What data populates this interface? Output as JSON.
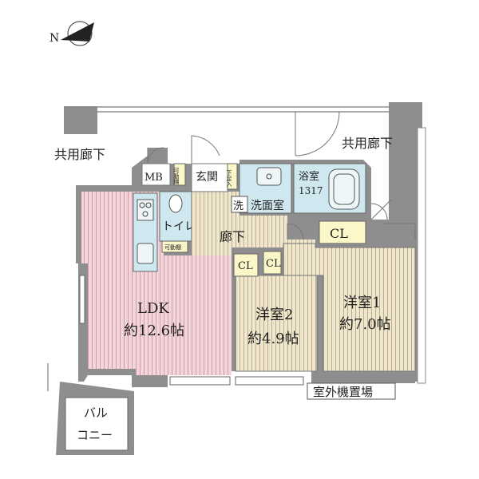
{
  "compass": {
    "north_label": "N"
  },
  "corridor_left": "共用廊下",
  "corridor_right": "共用廊下",
  "rooms": {
    "mb": "MB",
    "kado_dana_top": "可動棚",
    "genkan": "玄関",
    "geta": "下足入",
    "bath_name": "浴室",
    "bath_size": "1317",
    "sen": "洗",
    "senmen": "洗面室",
    "toilet": "トイレ",
    "kado_dana_bottom": "可動棚",
    "hallway": "廊下",
    "cl_bedroom1": "CL",
    "cl_bedroom2_a": "CL",
    "cl_bedroom2_b": "CL",
    "ldk_name": "LDK",
    "ldk_size": "約12.6帖",
    "bed2_name": "洋室2",
    "bed2_size": "約4.9帖",
    "bed1_name": "洋室1",
    "bed1_size": "約7.0帖",
    "outdoor_unit": "室外機置場",
    "balcony_line1": "バル",
    "balcony_line2": "コニー"
  },
  "colors": {
    "ldk_fill": "#f3d6dc",
    "ldk_stripe": "#cf9aa6",
    "room_fill": "#efe6cf",
    "room_stripe": "#bfae86",
    "wet_fill": "#cfe7ee",
    "wall": "#8e8e8e",
    "closet_fill": "#fbf7c8"
  }
}
